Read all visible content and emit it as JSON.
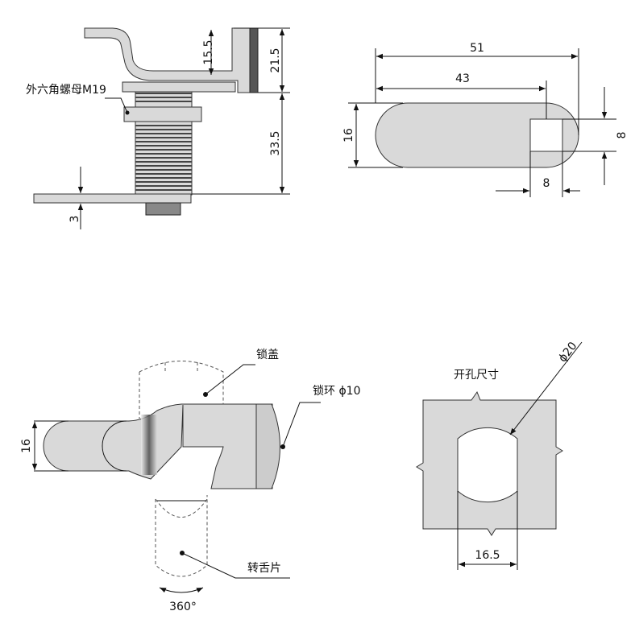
{
  "side_view": {
    "nut_label": "外六角螺母M19",
    "dim_handle_height": "15.5",
    "dim_head_height": "21.5",
    "dim_body_length": "33.5",
    "dim_plate_thickness": "3"
  },
  "cam_view": {
    "dim_total_length": "51",
    "dim_to_hole": "43",
    "dim_width": "16",
    "dim_hole_height": "8",
    "dim_hole_width": "8"
  },
  "top_view": {
    "cover_label": "锁盖",
    "ring_label": "锁环 ϕ10",
    "dim_handle_width": "16",
    "rotation_label": "360°",
    "cam_label": "转舌片"
  },
  "cutout_view": {
    "title": "开孔尺寸",
    "dim_diameter": "ϕ20",
    "dim_flat_width": "16.5"
  },
  "colors": {
    "part_fill": "#d9d9d9",
    "line": "#111111"
  }
}
